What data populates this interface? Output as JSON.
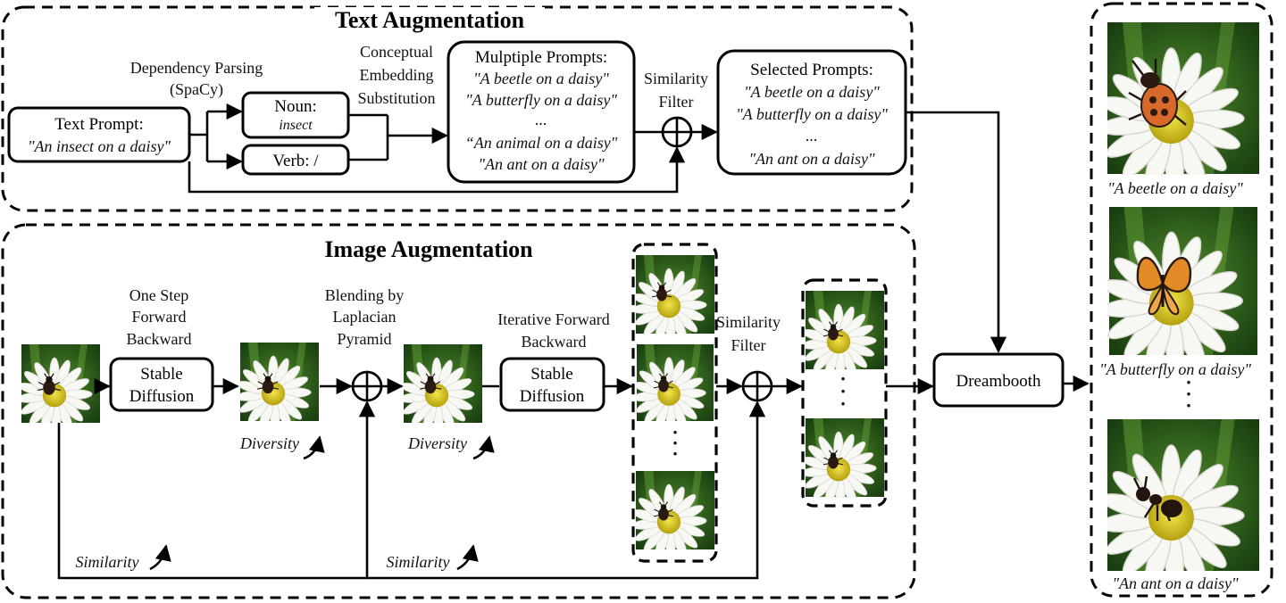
{
  "text_augmentation": {
    "title": "Text Augmentation",
    "text_prompt": {
      "label": "Text Prompt:",
      "value": "\"An insect on a daisy\""
    },
    "dependency_parsing": {
      "line1": "Dependency Parsing",
      "line2": "(SpaCy)"
    },
    "noun": {
      "label": "Noun:",
      "value": "insect"
    },
    "verb": {
      "label": "Verb: /"
    },
    "conceptual": {
      "line1": "Conceptual",
      "line2": "Embedding",
      "line3": "Substitution"
    },
    "multiple_prompts": {
      "label": "Mulptiple Prompts:",
      "items": [
        "\"A beetle on a daisy\"",
        "\"A butterfly on a daisy\"",
        "...",
        "“An animal on a daisy\"",
        "\"An ant on a daisy\""
      ]
    },
    "similarity_filter": {
      "line1": "Similarity",
      "line2": "Filter"
    },
    "selected_prompts": {
      "label": "Selected Prompts:",
      "items": [
        "\"A beetle on a daisy\"",
        "\"A butterfly on a daisy\"",
        "...",
        "\"An ant on a daisy\""
      ]
    }
  },
  "image_augmentation": {
    "title": "Image Augmentation",
    "one_step": {
      "line1": "One Step",
      "line2": "Forward",
      "line3": "Backward"
    },
    "stable_diffusion_1": {
      "line1": "Stable",
      "line2": "Diffusion"
    },
    "blending": {
      "line1": "Blending by",
      "line2": "Laplacian",
      "line3": "Pyramid"
    },
    "iterative": {
      "line1": "Iterative Forward",
      "line2": "Backward"
    },
    "stable_diffusion_2": {
      "line1": "Stable",
      "line2": "Diffusion"
    },
    "similarity_filter": {
      "line1": "Similarity",
      "line2": "Filter"
    },
    "diversity_1": "Diversity",
    "diversity_2": "Diversity",
    "similarity_1": "Similarity",
    "similarity_2": "Similarity",
    "vertical_dots": "·\n·\n·"
  },
  "dreambooth": {
    "label": "Dreambooth"
  },
  "outputs": {
    "captions": [
      "\"A beetle on a daisy\"",
      "\"A butterfly on a daisy\"",
      "\"An ant on a daisy\""
    ]
  },
  "colors": {
    "leaf_green": "#2f6b1f",
    "dark_green": "#173d10",
    "petal": "#f6f6f2",
    "center_yellow": "#d6c81c",
    "insect_dark": "#2a1a12",
    "beetle_orange": "#d9692a",
    "butterfly_orange": "#e38a26"
  }
}
